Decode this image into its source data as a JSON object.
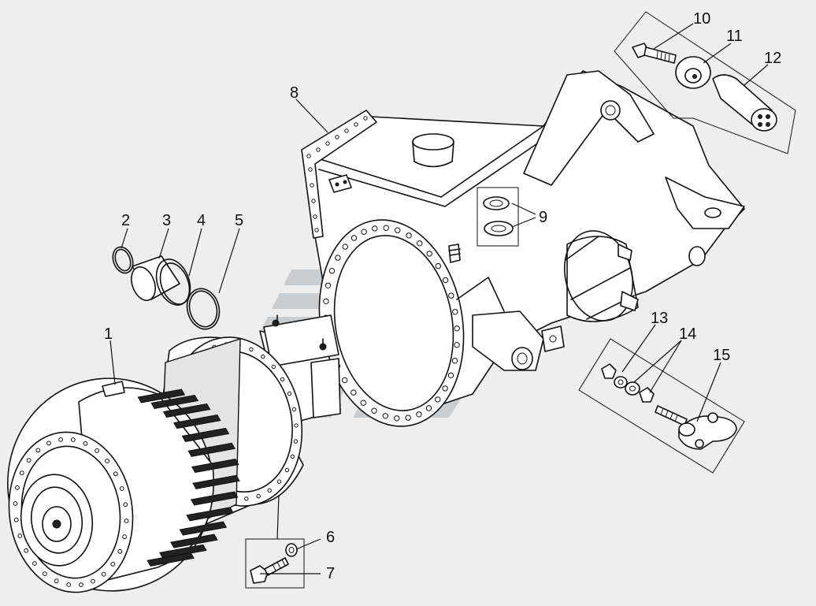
{
  "callouts": [
    {
      "id": "1",
      "label": "1"
    },
    {
      "id": "2",
      "label": "2"
    },
    {
      "id": "3",
      "label": "3"
    },
    {
      "id": "4",
      "label": "4"
    },
    {
      "id": "5",
      "label": "5"
    },
    {
      "id": "6",
      "label": "6"
    },
    {
      "id": "7",
      "label": "7"
    },
    {
      "id": "8",
      "label": "8"
    },
    {
      "id": "9",
      "label": "9"
    },
    {
      "id": "10",
      "label": "10"
    },
    {
      "id": "11",
      "label": "11"
    },
    {
      "id": "12",
      "label": "12"
    },
    {
      "id": "13",
      "label": "13"
    },
    {
      "id": "14",
      "label": "14"
    },
    {
      "id": "15",
      "label": "15"
    }
  ],
  "colors": {
    "background": "#eeeeee",
    "line": "#111111",
    "watermark": "#9aa3ad"
  }
}
